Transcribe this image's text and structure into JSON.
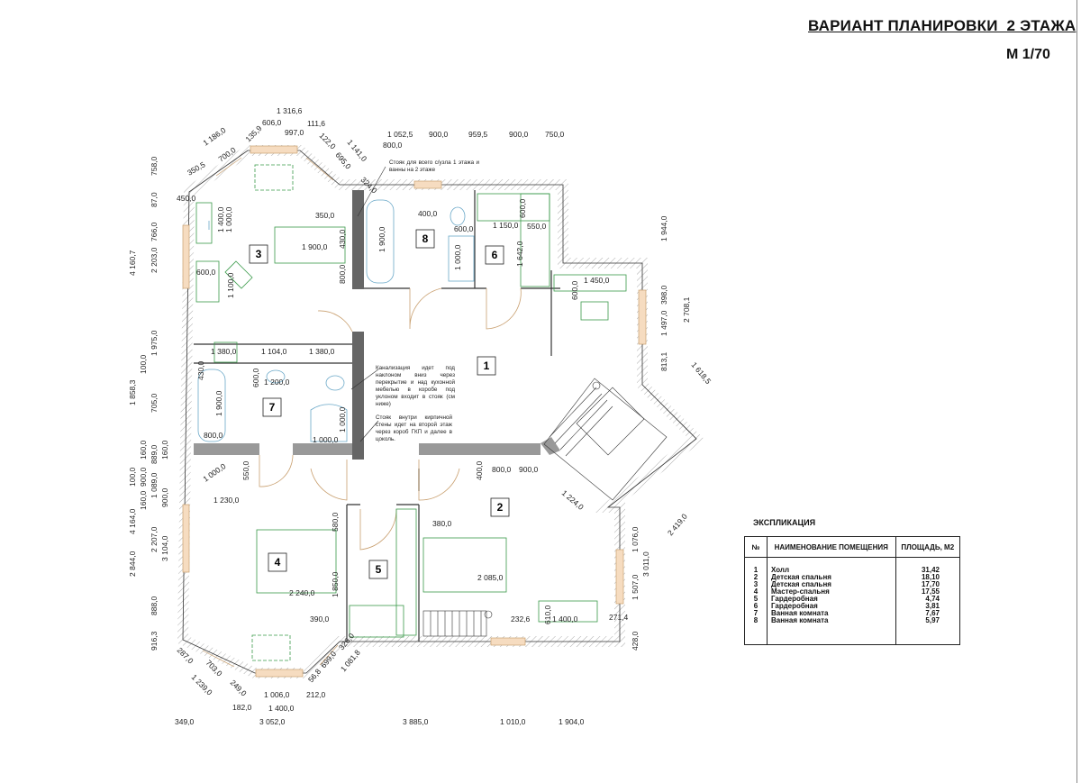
{
  "header": {
    "title": "ВАРИАНТ ПЛАНИРОВКИ  2 ЭТАЖА",
    "scale": "М 1/70"
  },
  "rooms": [
    "1",
    "2",
    "3",
    "4",
    "5",
    "6",
    "7",
    "8"
  ],
  "notes": {
    "riser_top": "Стояк для всего с/узла 1 этажа и ванны на 2 этаже",
    "sewer": "Канализация идет под наклоном вниз через перекрытие и над кухонной мебелью в коробе под уклоном входит в стояк (см ниже)",
    "riser_wall": "Стояк внутри кирпичной стены идет на второй этаж через короб ГКП и далее в цоколь."
  },
  "explication": {
    "title": "ЭКСПЛИКАЦИЯ",
    "headers": [
      "№",
      "НАИМЕНОВАНИЕ ПОМЕЩЕНИЯ",
      "ПЛОЩАДЬ, М2"
    ],
    "rows": [
      {
        "num": "1",
        "name": "Холл",
        "area": "31,42"
      },
      {
        "num": "2",
        "name": "Детская спальня",
        "area": "18,10"
      },
      {
        "num": "3",
        "name": "Детская спальня",
        "area": "17,70"
      },
      {
        "num": "4",
        "name": "Мастер-спальня",
        "area": "17,55"
      },
      {
        "num": "5",
        "name": "Гардеробная",
        "area": "4,74"
      },
      {
        "num": "6",
        "name": "Гардеробная",
        "area": "3,81"
      },
      {
        "num": "7",
        "name": "Ванная комната",
        "area": "7,67"
      },
      {
        "num": "8",
        "name": "Ванная комната",
        "area": "5,97"
      }
    ]
  },
  "dims": [
    "1 316,6",
    "1 186,0",
    "700,0",
    "135,9",
    "606,0",
    "997,0",
    "111,6",
    "122,0",
    "1 141,0",
    "695,0",
    "350,5",
    "324,0",
    "1 052,5",
    "900,0",
    "959,5",
    "900,0",
    "750,0",
    "800,0",
    "758,0",
    "87,0",
    "766,0",
    "2 203,0",
    "1 975,0",
    "705,0",
    "889,0",
    "1 089,0",
    "2 207,0",
    "3 104,0",
    "888,0",
    "4 160,7",
    "100,0",
    "1 858,3",
    "160,0",
    "900,0",
    "160,0",
    "4 164,0",
    "100,0",
    "2 844,0",
    "160,0",
    "900,0",
    "916,3",
    "287,0",
    "703,0",
    "1 239,0",
    "249,0",
    "182,0",
    "1 006,0",
    "212,0",
    "1 400,0",
    "56,8",
    "699,0",
    "326,0",
    "1 081,8",
    "349,0",
    "3 052,0",
    "3 885,0",
    "1 010,0",
    "1 904,0",
    "1 944,0",
    "398,0",
    "1 497,0",
    "813,1",
    "2 708,1",
    "1 618,5",
    "1 224,0",
    "2 419,0",
    "1 076,0",
    "1 507,0",
    "3 011,0",
    "428,0",
    "271,4",
    "450,0",
    "350,0",
    "1 400,0",
    "1 000,0",
    "1 900,0",
    "430,0",
    "600,0",
    "1 100,0",
    "800,0",
    "1 900,0",
    "400,0",
    "600,0",
    "1 000,0",
    "1 150,0",
    "600,0",
    "550,0",
    "1 642,0",
    "1 450,0",
    "600,0",
    "1 380,0",
    "1 104,0",
    "1 380,0",
    "430,0",
    "600,0",
    "1 200,0",
    "1 900,0",
    "800,0",
    "1 000,0",
    "1 000,0",
    "1 000,0",
    "550,0",
    "400,0",
    "800,0",
    "900,0",
    "1 230,0",
    "580,0",
    "1 850,0",
    "2 240,0",
    "390,0",
    "380,0",
    "2 085,0",
    "232,6",
    "610,0",
    "1 400,0"
  ]
}
